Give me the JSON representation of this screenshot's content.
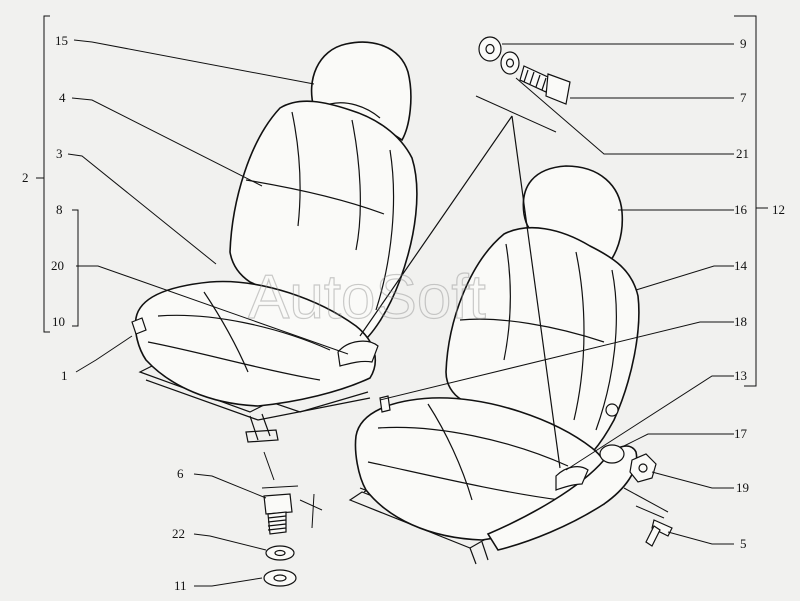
{
  "watermark": "AutoSoft",
  "labels": {
    "l15": "15",
    "l4": "4",
    "l3": "3",
    "l2": "2",
    "l8": "8",
    "l20": "20",
    "l10": "10",
    "l1": "1",
    "l6": "6",
    "l22": "22",
    "l11": "11",
    "l9": "9",
    "l7": "7",
    "l21": "21",
    "l16": "16",
    "l12": "12",
    "l14": "14",
    "l18": "18",
    "l13": "13",
    "l17": "17",
    "l19": "19",
    "l5": "5"
  }
}
